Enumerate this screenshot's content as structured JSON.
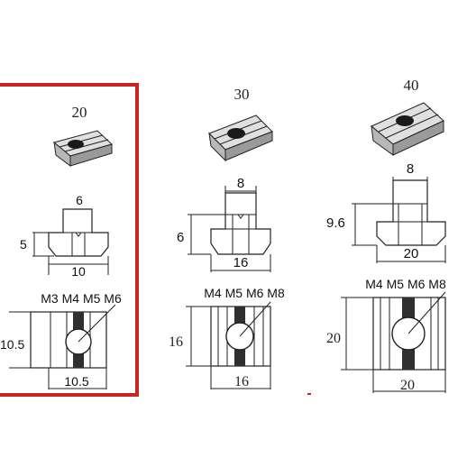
{
  "highlight_color": "#cc2222",
  "columns": [
    {
      "size_label": "20",
      "top_width": "6",
      "height": "5",
      "bottom_width": "10",
      "threads": "M3 M4 M5 M6",
      "square_height": "10.5",
      "square_width": "10.5"
    },
    {
      "size_label": "30",
      "top_width": "8",
      "height": "6",
      "bottom_width": "16",
      "threads": "M4 M5 M6 M8",
      "square_height": "16",
      "square_width": "16"
    },
    {
      "size_label": "40",
      "top_width": "8",
      "height": "9.6",
      "bottom_width": "20",
      "threads": "M4 M5 M6 M8",
      "square_height": "20",
      "square_width": "20"
    }
  ]
}
